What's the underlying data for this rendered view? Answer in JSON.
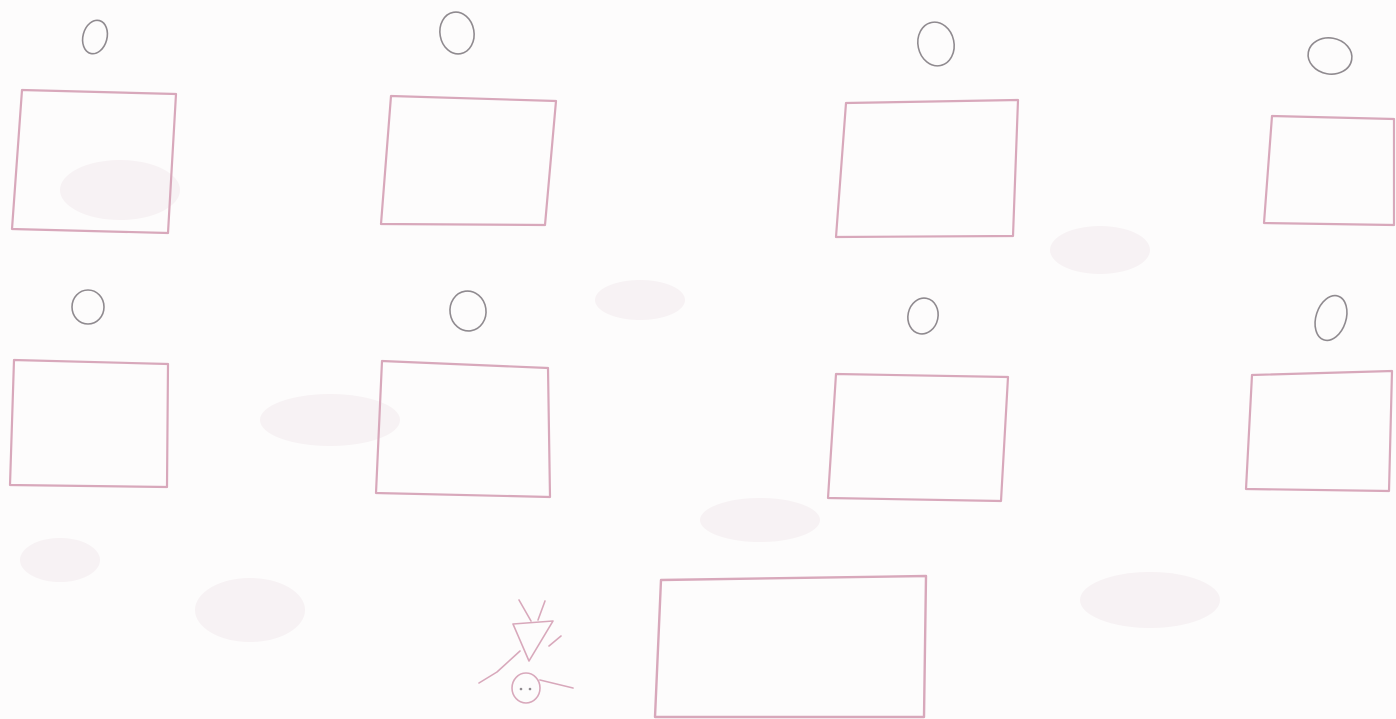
{
  "sketch": {
    "ink_color": "#d8a8bb",
    "head_color": "#8f8a8f",
    "paper_color": "#fdfcfc",
    "rows": 2,
    "desks_per_row": 4,
    "student_count": 8,
    "teacher_count": 1
  }
}
